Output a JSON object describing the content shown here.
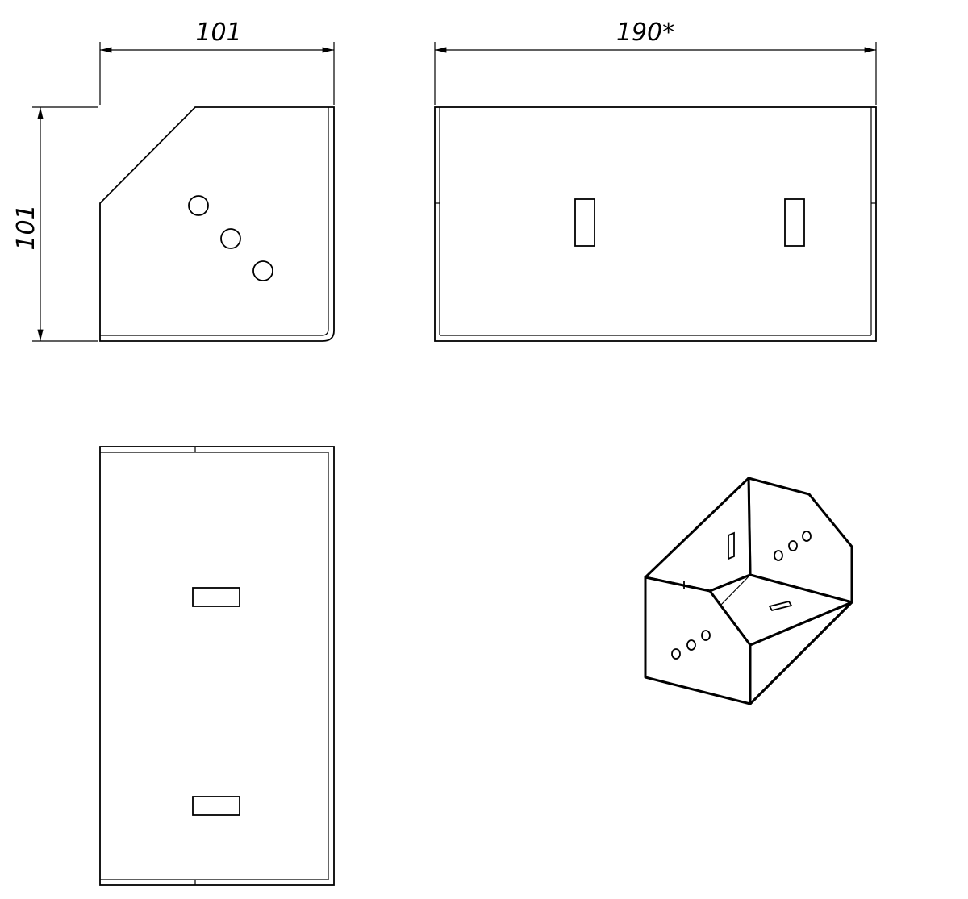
{
  "dimensions": {
    "front_width": "101",
    "front_height": "101",
    "side_width": "190*"
  },
  "colors": {
    "line": "#000000",
    "background": "#ffffff"
  }
}
